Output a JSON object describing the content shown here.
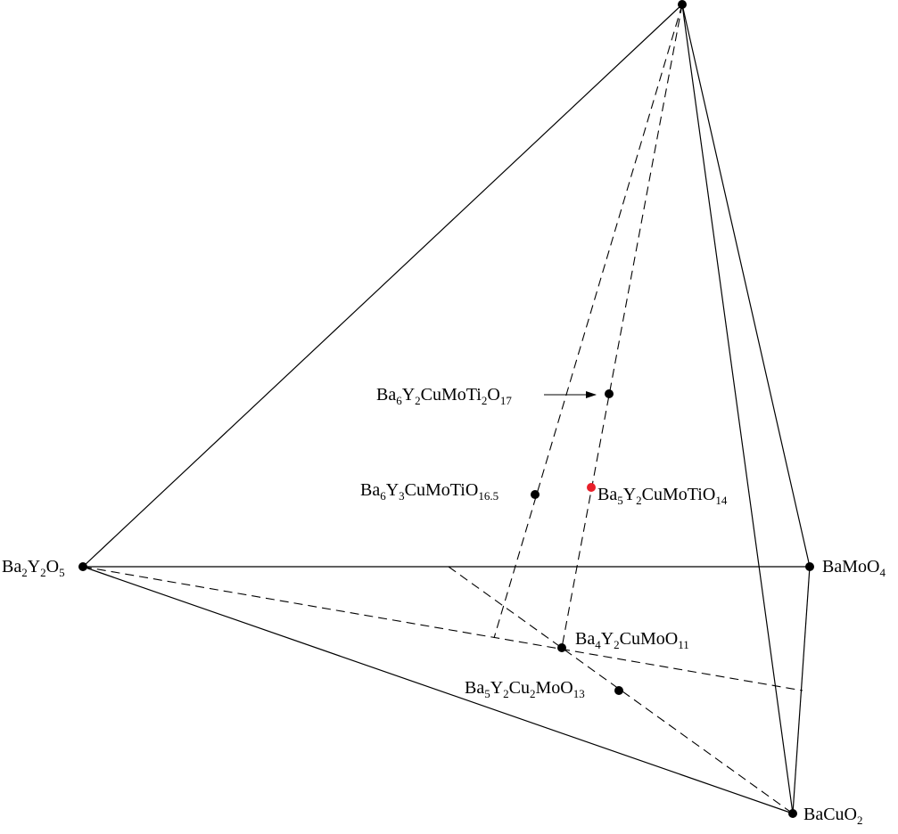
{
  "diagram": {
    "colors": {
      "line": "#000000",
      "point": "#000000",
      "highlight_point": "#e8202a"
    },
    "labels": {
      "ba2y2o5": {
        "main": "Ba",
        "s1": "2",
        "m2": "Y",
        "s2": "2",
        "m3": "O",
        "s3": "5"
      },
      "bamoo4": {
        "main": "BaMoO",
        "s1": "4"
      },
      "bacuo2": {
        "main": "BaCuO",
        "s1": "2"
      },
      "ba6y2cumoti2o17": {
        "main": "Ba",
        "s1": "6",
        "m2": "Y",
        "s2": "2",
        "m3": "CuMoTi",
        "s3": "2",
        "m4": "O",
        "s4": "17"
      },
      "ba6y3cumotio165": {
        "main": "Ba",
        "s1": "6",
        "m2": "Y",
        "s2": "3",
        "m3": "CuMoTiO",
        "s3": "16.5"
      },
      "ba5y2cumotio14": {
        "main": "Ba",
        "s1": "5",
        "m2": "Y",
        "s2": "2",
        "m3": "CuMoTiO",
        "s3": "14"
      },
      "ba4y2cumoo11": {
        "main": "Ba",
        "s1": "4",
        "m2": "Y",
        "s2": "2",
        "m3": "CuMoO",
        "s3": "11"
      },
      "ba5y2cu2moo13": {
        "main": "Ba",
        "s1": "5",
        "m2": "Y",
        "s2": "2",
        "m3": "Cu",
        "s3": "2",
        "m4": "MoO",
        "s4": "13"
      }
    }
  }
}
